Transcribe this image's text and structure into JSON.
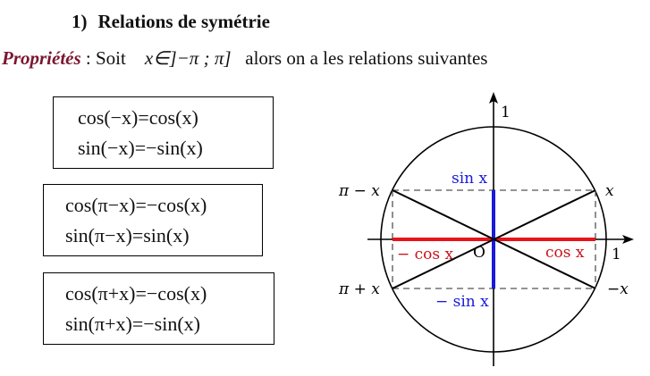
{
  "section": {
    "number": "1)",
    "title": "Relations de symétrie"
  },
  "property": {
    "label": "Propriétés",
    "text_before": " : Soit    ",
    "condition": "x∈]−π ; π]",
    "text_after": "   alors on a les relations suivantes"
  },
  "formula_boxes": [
    {
      "lines": [
        "cos(−x)=cos(x)",
        "sin(−x)=−sin(x)"
      ]
    },
    {
      "lines": [
        "cos(π−x)=−cos(x)",
        "sin(π−x)=sin(x)"
      ]
    },
    {
      "lines": [
        "cos(π+x)=−cos(x)",
        "sin(π+x)=−sin(x)"
      ]
    }
  ],
  "diagram": {
    "colors": {
      "cos": "#e8141b",
      "sin": "#1a1adb",
      "axis": "#000000",
      "dashed": "#555555",
      "label_cos": "#c8141b",
      "label_sin": "#1a1adb"
    },
    "labels": {
      "axis_y_unit": "1",
      "axis_x_unit": "1",
      "origin": "O",
      "point_x": "x",
      "point_pi_minus_x": "π − x",
      "point_pi_plus_x": "π + x",
      "point_minus_x": "−x",
      "sin_x": "sin x",
      "minus_sin_x": "− sin x",
      "cos_x": "cos x",
      "minus_cos_x": "− cos x"
    }
  }
}
